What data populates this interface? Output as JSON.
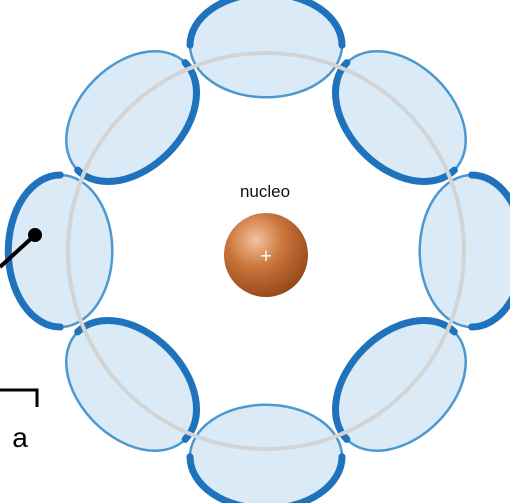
{
  "nucleus": {
    "label": "nucleo",
    "sign": "+"
  },
  "annotation": {
    "partial_label": "a"
  },
  "colors": {
    "orbit_ring": "#d4d4d4",
    "lobe_fill": "#daeaf6",
    "lobe_thin_stroke": "#4d98cf",
    "lobe_thick_stroke": "#1f73bd",
    "nucleus_fill": "#c9743b",
    "nucleus_highlight": "#f3c39a",
    "nucleus_shadow": "#8f4415",
    "leader_line": "#000000"
  },
  "wave": {
    "lobe_count": 8
  }
}
